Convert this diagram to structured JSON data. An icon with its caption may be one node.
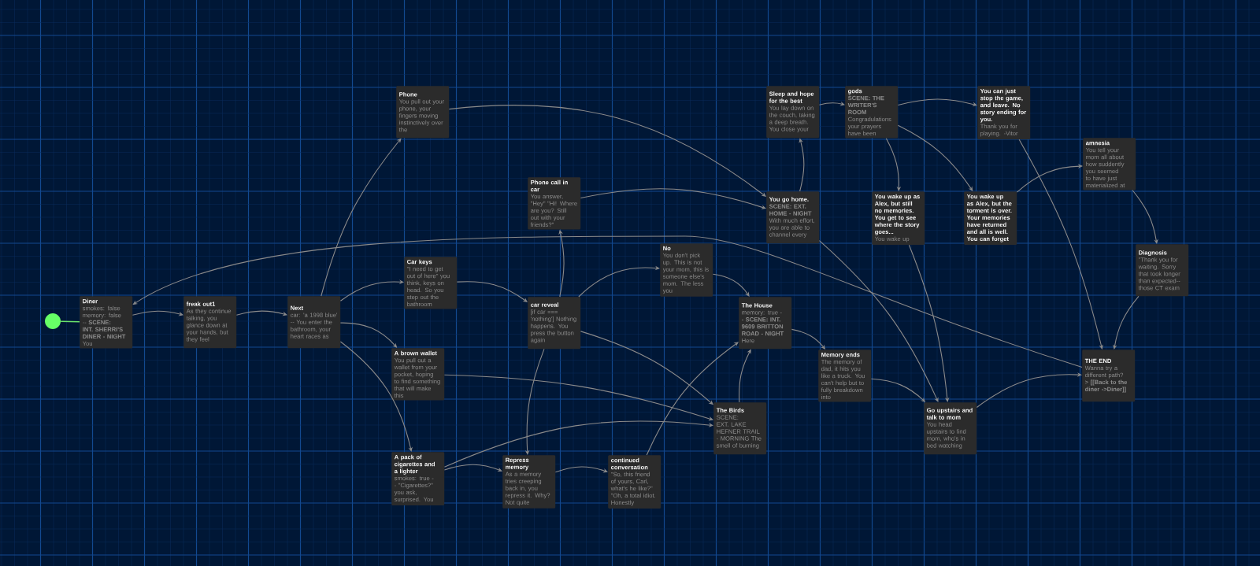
{
  "diagram": {
    "nodes": [
      {
        "text": [],
        "shape": "circle"
      },
      {
        "text": [
          "Diner",
          "smokes: false memory: false -- **SCENE: INT. SHERRI'S DINER - NIGHT** You"
        ]
      },
      {
        "text": [
          "freak out1",
          "As they continue talking, you glance down at your hands, but they feel"
        ]
      },
      {
        "text": [
          "Next",
          "car: 'a 1998 blue' -- You enter the bathroom, your heart races as"
        ]
      },
      {
        "text": [
          "Car keys",
          "\"I need to get out of here\" you think, keys on head. So you step out the bathroom"
        ]
      },
      {
        "text": [
          "Phone",
          "You pull out your phone, your fingers moving instinctively over the"
        ]
      },
      {
        "text": [
          "A brown wallet",
          "You pull out a wallet from your pocket, hoping to find something that will make this"
        ]
      },
      {
        "text": [
          "A pack of cigarettes and a lighter",
          "smokes: true -- \"Cigarettes?\" you ask, surprised. You"
        ]
      },
      {
        "text": [
          "Phone call in car",
          "You answer, \"Hey\" \"Hi! Where are you? Still out with your friends?\""
        ]
      },
      {
        "text": [
          "car reveal",
          "[if car === 'nothing'] Nothing happens. You press the button again"
        ]
      },
      {
        "text": [
          "No",
          "You don't pick up. This is not your mom, this is someone else's mom. The less you"
        ]
      },
      {
        "text": [
          "The House",
          "memory: true -- **SCENE: INT. 9609 BRITTON ROAD - NIGHT** Here"
        ]
      },
      {
        "text": [
          "Repress memory",
          "As a memory tries creeping back in, you repress it. Why? Not quite"
        ]
      },
      {
        "text": [
          "continued conversation",
          "\"So, this friend of yours, Carl, what's he like?\" \"Oh, a total idiot. Honestly"
        ]
      },
      {
        "text": [
          "The Birds",
          "SCENE: EXT. LAKE HEFNER TRAIL - MORNING The smell of burning"
        ]
      },
      {
        "text": [
          "Sleep and hope for the best",
          "You lay down on the couch, taking a deep breath. You close your"
        ]
      },
      {
        "text": [
          "gods",
          "**SCENE: THE WRITER'S ROOM** Congradulations your prayers have been"
        ]
      },
      {
        "text": [
          "You can just stop the game, and leave. No story ending for you.",
          "Thank you for playing. -Vitor"
        ]
      },
      {
        "text": [
          "You go home.",
          "**SCENE: EXT. HOME - NIGHT** With much effort, you are able to channel every"
        ]
      },
      {
        "text": [
          "You wake up as Alex, but still no memories. You get to see where the story goes...",
          "You wake up"
        ]
      },
      {
        "text": [
          "You wake up as Alex, but the torment is over. Your memories have returned and all is well. You can forget"
        ]
      },
      {
        "text": [
          "amnesia",
          "You tell your mom all about how suddently you seemed to have just materialized at"
        ]
      },
      {
        "text": [
          "Diagnosis",
          "\"Thank you for waiting. Sorry that took longer than expected-- those CT exam"
        ]
      },
      {
        "text": [
          "Memory ends",
          "The memory of dad, it hits you like a truck. You can't help but to fully breakdown into"
        ]
      },
      {
        "text": [
          "THE END",
          "Wanna try a different path? > **[[Back to the diner ->Diner]]**"
        ]
      },
      {
        "text": [
          "Go upstairs and talk to mom",
          "You head upstairs to find mom, who's in bed watching"
        ]
      }
    ],
    "edges": [
      {
        "from": 0,
        "to": 1,
        "arrow": "none",
        "color": "#6be36b"
      },
      {
        "from": 1,
        "to": 2,
        "arrow": "to"
      },
      {
        "from": 2,
        "to": 3,
        "arrow": "to"
      },
      {
        "from": 3,
        "to": 4,
        "arrow": "to"
      },
      {
        "from": 3,
        "to": 5,
        "arrow": "to"
      },
      {
        "from": 3,
        "to": 6,
        "arrow": "to"
      },
      {
        "from": 3,
        "to": 7,
        "arrow": "to"
      },
      {
        "from": 24,
        "to": 1,
        "arrow": "to"
      },
      {
        "from": 4,
        "to": 9,
        "arrow": "to"
      },
      {
        "from": 9,
        "to": 8,
        "arrow": "to"
      },
      {
        "from": 9,
        "to": 10,
        "arrow": "to"
      },
      {
        "from": 9,
        "to": 14,
        "arrow": "to"
      },
      {
        "from": 9,
        "to": 12,
        "arrow": "to"
      },
      {
        "from": 5,
        "to": 18,
        "arrow": "to"
      },
      {
        "from": 8,
        "to": 18,
        "arrow": "to"
      },
      {
        "from": 10,
        "to": 11,
        "arrow": "to"
      },
      {
        "from": 6,
        "to": 14,
        "arrow": "to"
      },
      {
        "from": 7,
        "to": 14,
        "arrow": "to"
      },
      {
        "from": 7,
        "to": 12,
        "arrow": "to"
      },
      {
        "from": 12,
        "to": 13,
        "arrow": "to"
      },
      {
        "from": 13,
        "to": 11,
        "arrow": "to"
      },
      {
        "from": 14,
        "to": 11,
        "arrow": "to"
      },
      {
        "from": 11,
        "to": 23,
        "arrow": "to"
      },
      {
        "from": 23,
        "to": 25,
        "arrow": "to"
      },
      {
        "from": 18,
        "to": 15,
        "arrow": "to"
      },
      {
        "from": 18,
        "to": 25,
        "arrow": "to"
      },
      {
        "from": 15,
        "to": 16,
        "arrow": "to"
      },
      {
        "from": 16,
        "to": 17,
        "arrow": "to"
      },
      {
        "from": 16,
        "to": 19,
        "arrow": "to"
      },
      {
        "from": 16,
        "to": 20,
        "arrow": "to"
      },
      {
        "from": 19,
        "to": 25,
        "arrow": "to"
      },
      {
        "from": 20,
        "to": 21,
        "arrow": "to"
      },
      {
        "from": 21,
        "to": 22,
        "arrow": "to"
      },
      {
        "from": 22,
        "to": 24,
        "arrow": "to"
      },
      {
        "from": 17,
        "to": 24,
        "arrow": "to"
      },
      {
        "from": 25,
        "to": 24,
        "arrow": "to"
      }
    ]
  }
}
